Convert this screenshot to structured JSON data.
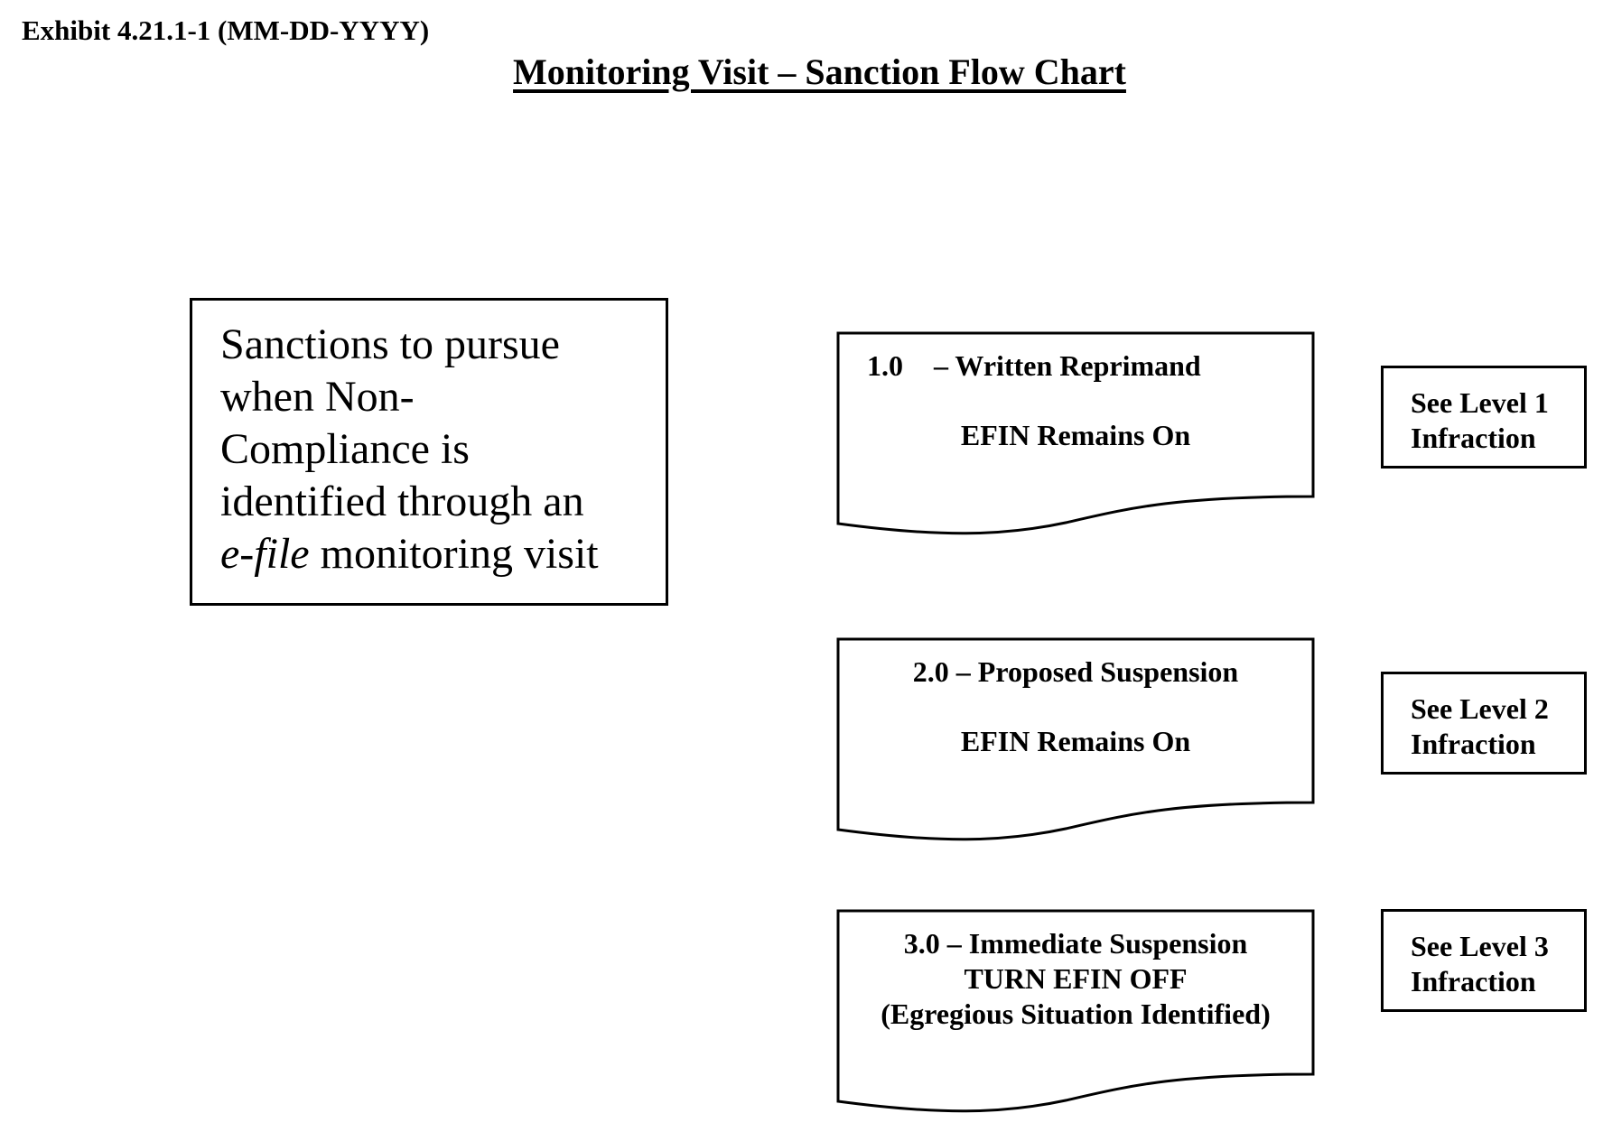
{
  "exhibit_label": "Exhibit 4.21.1-1 (MM-DD-YYYY)",
  "title": "Monitoring Visit – Sanction Flow Chart",
  "intro": {
    "line1": "Sanctions to pursue",
    "line2": "when Non-",
    "line3": "Compliance is",
    "line4": "identified through an",
    "line5_italic": "e-file",
    "line5_rest": " monitoring visit"
  },
  "sanctions": [
    {
      "number": "1.0",
      "heading": "– Written Reprimand",
      "detail": "EFIN Remains On",
      "infraction_line1": "See Level 1",
      "infraction_line2": "Infraction"
    },
    {
      "heading": "2.0 – Proposed Suspension",
      "detail": "EFIN Remains On",
      "infraction_line1": "See Level 2",
      "infraction_line2": "Infraction"
    },
    {
      "heading": "3.0 – Immediate Suspension",
      "line2": "TURN EFIN OFF",
      "line3": "(Egregious Situation Identified)",
      "infraction_line1": "See Level 3",
      "infraction_line2": "Infraction"
    }
  ]
}
